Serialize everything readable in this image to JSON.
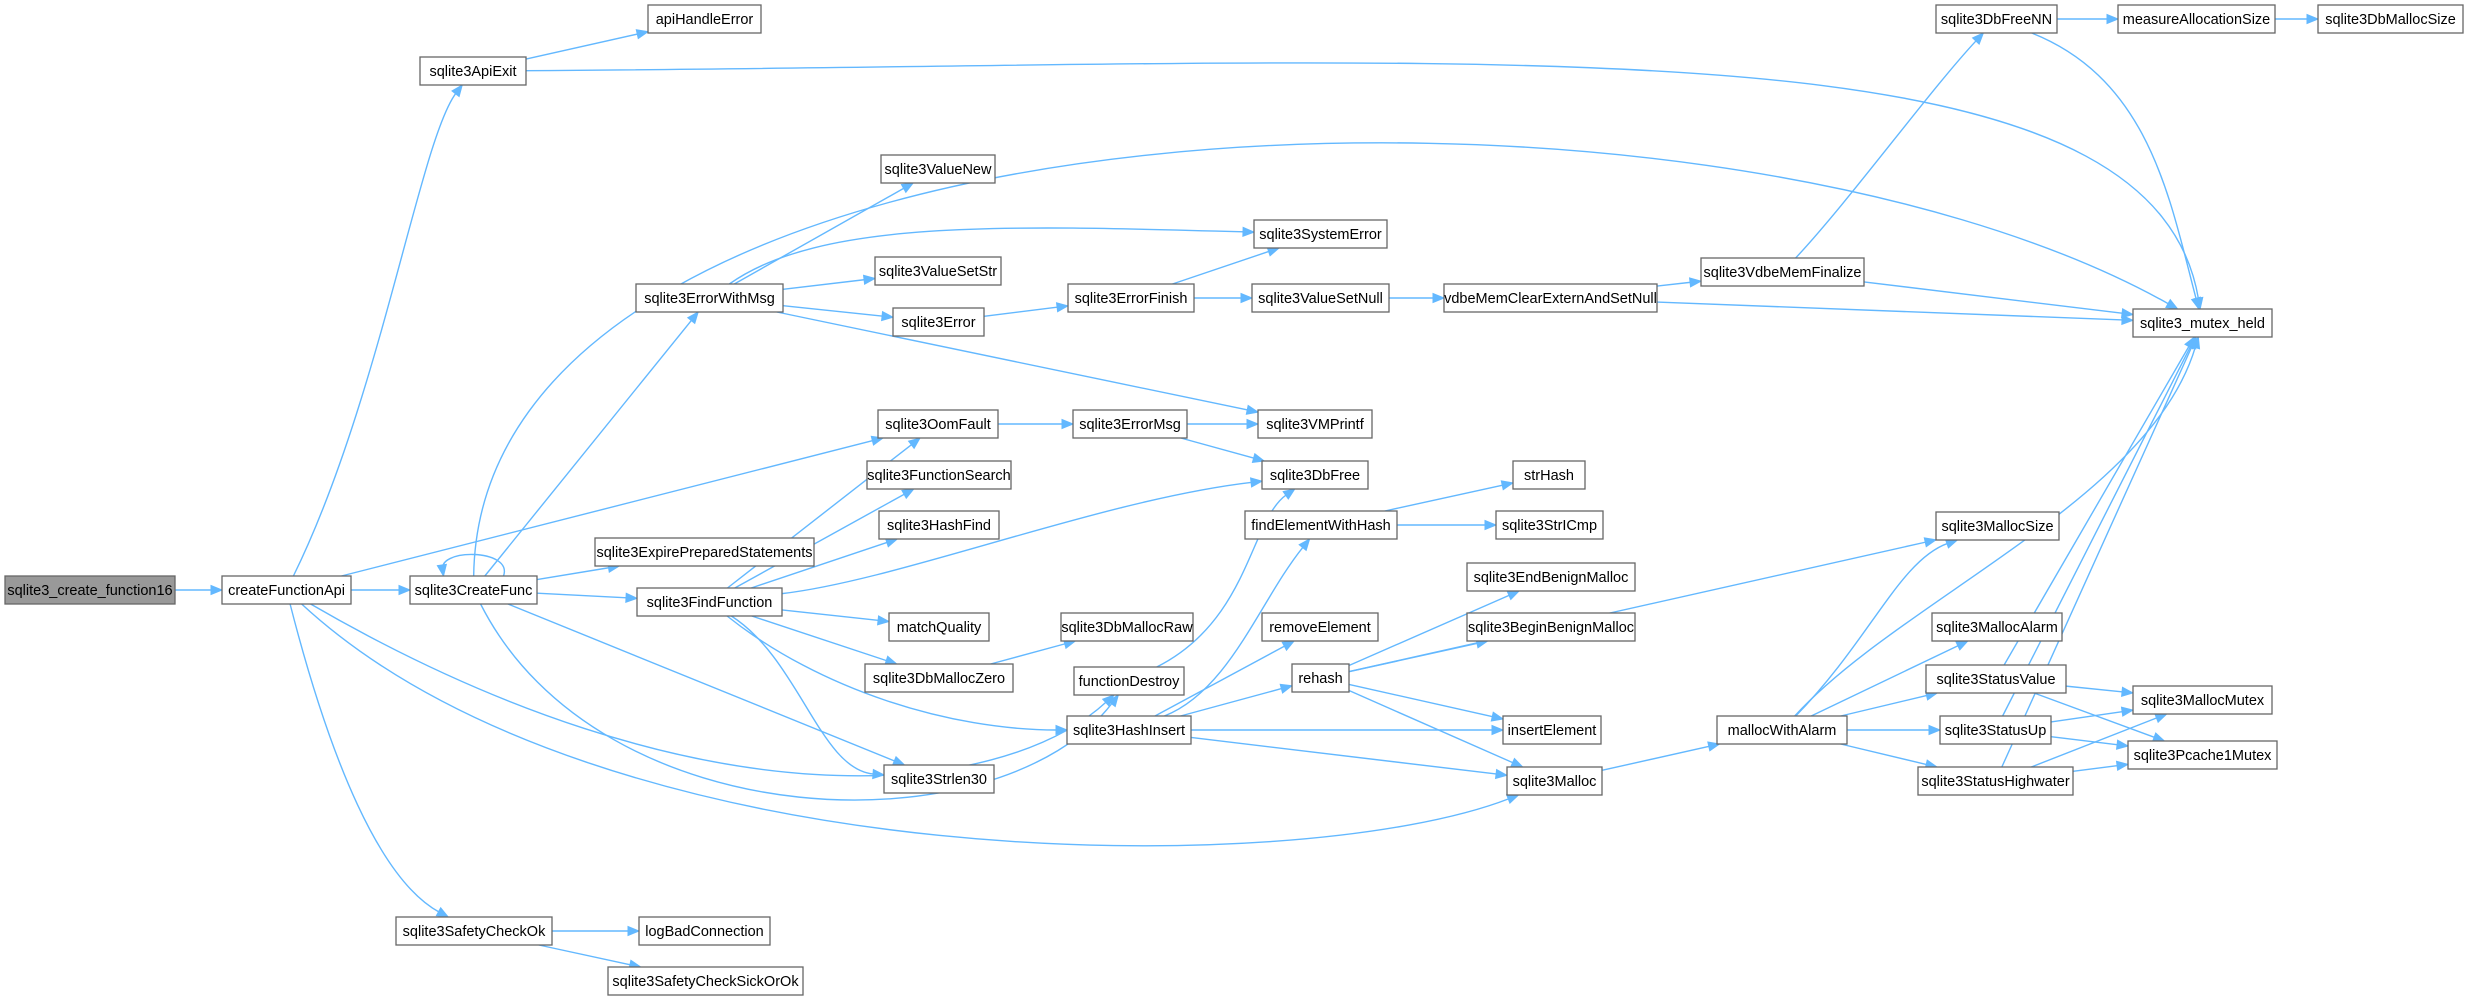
{
  "nodes": [
    {
      "id": "sqlite3_create_function16",
      "label": "sqlite3_create_function16",
      "root": true
    },
    {
      "id": "createFunctionApi",
      "label": "createFunctionApi"
    },
    {
      "id": "sqlite3ApiExit",
      "label": "sqlite3ApiExit"
    },
    {
      "id": "apiHandleError",
      "label": "apiHandleError"
    },
    {
      "id": "sqlite3CreateFunc",
      "label": "sqlite3CreateFunc"
    },
    {
      "id": "sqlite3SafetyCheckOk",
      "label": "sqlite3SafetyCheckOk"
    },
    {
      "id": "logBadConnection",
      "label": "logBadConnection"
    },
    {
      "id": "sqlite3SafetyCheckSickOrOk",
      "label": "sqlite3SafetyCheckSickOrOk"
    },
    {
      "id": "sqlite3ErrorWithMsg",
      "label": "sqlite3ErrorWithMsg"
    },
    {
      "id": "sqlite3ExpirePreparedStatements",
      "label": "sqlite3ExpirePreparedStatements"
    },
    {
      "id": "sqlite3FindFunction",
      "label": "sqlite3FindFunction"
    },
    {
      "id": "sqlite3ValueNew",
      "label": "sqlite3ValueNew"
    },
    {
      "id": "sqlite3ValueSetStr",
      "label": "sqlite3ValueSetStr"
    },
    {
      "id": "sqlite3Error",
      "label": "sqlite3Error"
    },
    {
      "id": "sqlite3OomFault",
      "label": "sqlite3OomFault"
    },
    {
      "id": "sqlite3FunctionSearch",
      "label": "sqlite3FunctionSearch"
    },
    {
      "id": "sqlite3HashFind",
      "label": "sqlite3HashFind"
    },
    {
      "id": "matchQuality",
      "label": "matchQuality"
    },
    {
      "id": "sqlite3DbMallocZero",
      "label": "sqlite3DbMallocZero"
    },
    {
      "id": "sqlite3Strlen30",
      "label": "sqlite3Strlen30"
    },
    {
      "id": "sqlite3SystemError",
      "label": "sqlite3SystemError"
    },
    {
      "id": "sqlite3ErrorFinish",
      "label": "sqlite3ErrorFinish"
    },
    {
      "id": "sqlite3ErrorMsg",
      "label": "sqlite3ErrorMsg"
    },
    {
      "id": "sqlite3VMPrintf",
      "label": "sqlite3VMPrintf"
    },
    {
      "id": "sqlite3DbFree",
      "label": "sqlite3DbFree"
    },
    {
      "id": "sqlite3DbMallocRaw",
      "label": "sqlite3DbMallocRaw"
    },
    {
      "id": "functionDestroy",
      "label": "functionDestroy"
    },
    {
      "id": "sqlite3HashInsert",
      "label": "sqlite3HashInsert"
    },
    {
      "id": "sqlite3ValueSetNull",
      "label": "sqlite3ValueSetNull"
    },
    {
      "id": "findElementWithHash",
      "label": "findElementWithHash"
    },
    {
      "id": "removeElement",
      "label": "removeElement"
    },
    {
      "id": "rehash",
      "label": "rehash"
    },
    {
      "id": "vdbeMemClearExternAndSetNull",
      "label": "vdbeMemClearExternAndSetNull"
    },
    {
      "id": "strHash",
      "label": "strHash"
    },
    {
      "id": "sqlite3StrICmp",
      "label": "sqlite3StrICmp"
    },
    {
      "id": "sqlite3EndBenignMalloc",
      "label": "sqlite3EndBenignMalloc"
    },
    {
      "id": "sqlite3BeginBenignMalloc",
      "label": "sqlite3BeginBenignMalloc"
    },
    {
      "id": "insertElement",
      "label": "insertElement"
    },
    {
      "id": "sqlite3Malloc",
      "label": "sqlite3Malloc"
    },
    {
      "id": "sqlite3VdbeMemFinalize",
      "label": "sqlite3VdbeMemFinalize"
    },
    {
      "id": "mallocWithAlarm",
      "label": "mallocWithAlarm"
    },
    {
      "id": "sqlite3DbFreeNN",
      "label": "sqlite3DbFreeNN"
    },
    {
      "id": "measureAllocationSize",
      "label": "measureAllocationSize"
    },
    {
      "id": "sqlite3DbMallocSize",
      "label": "sqlite3DbMallocSize"
    },
    {
      "id": "sqlite3_mutex_held",
      "label": "sqlite3_mutex_held"
    },
    {
      "id": "sqlite3MallocSize",
      "label": "sqlite3MallocSize"
    },
    {
      "id": "sqlite3MallocAlarm",
      "label": "sqlite3MallocAlarm"
    },
    {
      "id": "sqlite3StatusValue",
      "label": "sqlite3StatusValue"
    },
    {
      "id": "sqlite3StatusUp",
      "label": "sqlite3StatusUp"
    },
    {
      "id": "sqlite3StatusHighwater",
      "label": "sqlite3StatusHighwater"
    },
    {
      "id": "sqlite3MallocMutex",
      "label": "sqlite3MallocMutex"
    },
    {
      "id": "sqlite3Pcache1Mutex",
      "label": "sqlite3Pcache1Mutex"
    }
  ],
  "edges": [
    [
      "sqlite3_create_function16",
      "createFunctionApi"
    ],
    [
      "createFunctionApi",
      "sqlite3ApiExit"
    ],
    [
      "createFunctionApi",
      "sqlite3CreateFunc"
    ],
    [
      "createFunctionApi",
      "sqlite3OomFault"
    ],
    [
      "createFunctionApi",
      "functionDestroy"
    ],
    [
      "createFunctionApi",
      "sqlite3Malloc"
    ],
    [
      "createFunctionApi",
      "sqlite3SafetyCheckOk"
    ],
    [
      "sqlite3ApiExit",
      "apiHandleError"
    ],
    [
      "sqlite3ApiExit",
      "sqlite3_mutex_held"
    ],
    [
      "sqlite3CreateFunc",
      "sqlite3CreateFunc"
    ],
    [
      "sqlite3CreateFunc",
      "sqlite3ErrorWithMsg"
    ],
    [
      "sqlite3CreateFunc",
      "sqlite3ExpirePreparedStatements"
    ],
    [
      "sqlite3CreateFunc",
      "sqlite3FindFunction"
    ],
    [
      "sqlite3CreateFunc",
      "sqlite3Strlen30"
    ],
    [
      "sqlite3CreateFunc",
      "functionDestroy"
    ],
    [
      "sqlite3CreateFunc",
      "sqlite3_mutex_held"
    ],
    [
      "sqlite3SafetyCheckOk",
      "logBadConnection"
    ],
    [
      "sqlite3SafetyCheckOk",
      "sqlite3SafetyCheckSickOrOk"
    ],
    [
      "sqlite3ErrorWithMsg",
      "sqlite3ValueNew"
    ],
    [
      "sqlite3ErrorWithMsg",
      "sqlite3ValueSetStr"
    ],
    [
      "sqlite3ErrorWithMsg",
      "sqlite3Error"
    ],
    [
      "sqlite3ErrorWithMsg",
      "sqlite3SystemError"
    ],
    [
      "sqlite3ErrorWithMsg",
      "sqlite3VMPrintf"
    ],
    [
      "sqlite3FindFunction",
      "sqlite3OomFault"
    ],
    [
      "sqlite3FindFunction",
      "sqlite3FunctionSearch"
    ],
    [
      "sqlite3FindFunction",
      "sqlite3HashFind"
    ],
    [
      "sqlite3FindFunction",
      "matchQuality"
    ],
    [
      "sqlite3FindFunction",
      "sqlite3DbMallocZero"
    ],
    [
      "sqlite3FindFunction",
      "sqlite3Strlen30"
    ],
    [
      "sqlite3FindFunction",
      "sqlite3HashInsert"
    ],
    [
      "sqlite3FindFunction",
      "sqlite3DbFree"
    ],
    [
      "sqlite3Error",
      "sqlite3ErrorFinish"
    ],
    [
      "sqlite3ErrorFinish",
      "sqlite3SystemError"
    ],
    [
      "sqlite3ErrorFinish",
      "sqlite3ValueSetNull"
    ],
    [
      "sqlite3OomFault",
      "sqlite3ErrorMsg"
    ],
    [
      "sqlite3ErrorMsg",
      "sqlite3VMPrintf"
    ],
    [
      "sqlite3ErrorMsg",
      "sqlite3DbFree"
    ],
    [
      "sqlite3DbMallocZero",
      "sqlite3DbMallocRaw"
    ],
    [
      "functionDestroy",
      "sqlite3DbFree"
    ],
    [
      "sqlite3HashInsert",
      "findElementWithHash"
    ],
    [
      "sqlite3HashInsert",
      "removeElement"
    ],
    [
      "sqlite3HashInsert",
      "rehash"
    ],
    [
      "sqlite3HashInsert",
      "insertElement"
    ],
    [
      "sqlite3HashInsert",
      "sqlite3Malloc"
    ],
    [
      "sqlite3ValueSetNull",
      "vdbeMemClearExternAndSetNull"
    ],
    [
      "vdbeMemClearExternAndSetNull",
      "sqlite3VdbeMemFinalize"
    ],
    [
      "vdbeMemClearExternAndSetNull",
      "sqlite3_mutex_held"
    ],
    [
      "findElementWithHash",
      "strHash"
    ],
    [
      "findElementWithHash",
      "sqlite3StrICmp"
    ],
    [
      "rehash",
      "sqlite3EndBenignMalloc"
    ],
    [
      "rehash",
      "sqlite3BeginBenignMalloc"
    ],
    [
      "rehash",
      "insertElement"
    ],
    [
      "rehash",
      "sqlite3Malloc"
    ],
    [
      "rehash",
      "sqlite3MallocSize"
    ],
    [
      "sqlite3Malloc",
      "mallocWithAlarm"
    ],
    [
      "sqlite3VdbeMemFinalize",
      "sqlite3DbFreeNN"
    ],
    [
      "sqlite3VdbeMemFinalize",
      "sqlite3_mutex_held"
    ],
    [
      "sqlite3DbFreeNN",
      "measureAllocationSize"
    ],
    [
      "sqlite3DbFreeNN",
      "sqlite3_mutex_held"
    ],
    [
      "measureAllocationSize",
      "sqlite3DbMallocSize"
    ],
    [
      "mallocWithAlarm",
      "sqlite3MallocSize"
    ],
    [
      "mallocWithAlarm",
      "sqlite3MallocAlarm"
    ],
    [
      "mallocWithAlarm",
      "sqlite3StatusValue"
    ],
    [
      "mallocWithAlarm",
      "sqlite3StatusUp"
    ],
    [
      "mallocWithAlarm",
      "sqlite3StatusHighwater"
    ],
    [
      "mallocWithAlarm",
      "sqlite3_mutex_held"
    ],
    [
      "sqlite3StatusValue",
      "sqlite3MallocMutex"
    ],
    [
      "sqlite3StatusValue",
      "sqlite3Pcache1Mutex"
    ],
    [
      "sqlite3StatusValue",
      "sqlite3_mutex_held"
    ],
    [
      "sqlite3StatusUp",
      "sqlite3MallocMutex"
    ],
    [
      "sqlite3StatusUp",
      "sqlite3Pcache1Mutex"
    ],
    [
      "sqlite3StatusUp",
      "sqlite3_mutex_held"
    ],
    [
      "sqlite3StatusHighwater",
      "sqlite3MallocMutex"
    ],
    [
      "sqlite3StatusHighwater",
      "sqlite3Pcache1Mutex"
    ],
    [
      "sqlite3StatusHighwater",
      "sqlite3_mutex_held"
    ]
  ]
}
